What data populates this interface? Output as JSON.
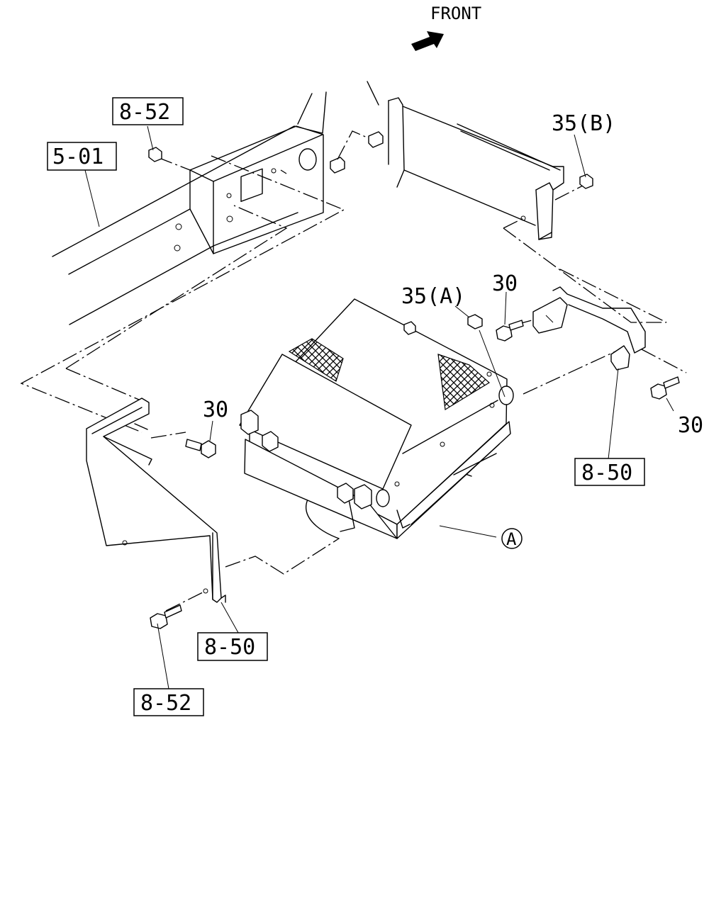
{
  "direction_label": "FRONT",
  "callouts": [
    {
      "id": "c-852-top",
      "text": "8-52",
      "boxed": true
    },
    {
      "id": "c-501",
      "text": "5-01",
      "boxed": true
    },
    {
      "id": "c-35b",
      "text": "35(B)",
      "boxed": false
    },
    {
      "id": "c-35a",
      "text": "35(A)",
      "boxed": false
    },
    {
      "id": "c-30-top",
      "text": "30",
      "boxed": false
    },
    {
      "id": "c-30-left",
      "text": "30",
      "boxed": false
    },
    {
      "id": "c-30-right",
      "text": "30",
      "boxed": false
    },
    {
      "id": "c-850-right",
      "text": "8-50",
      "boxed": true
    },
    {
      "id": "c-850-bottom",
      "text": "8-50",
      "boxed": true
    },
    {
      "id": "c-852-bottom",
      "text": "8-52",
      "boxed": true
    }
  ],
  "detail_marker": "A"
}
